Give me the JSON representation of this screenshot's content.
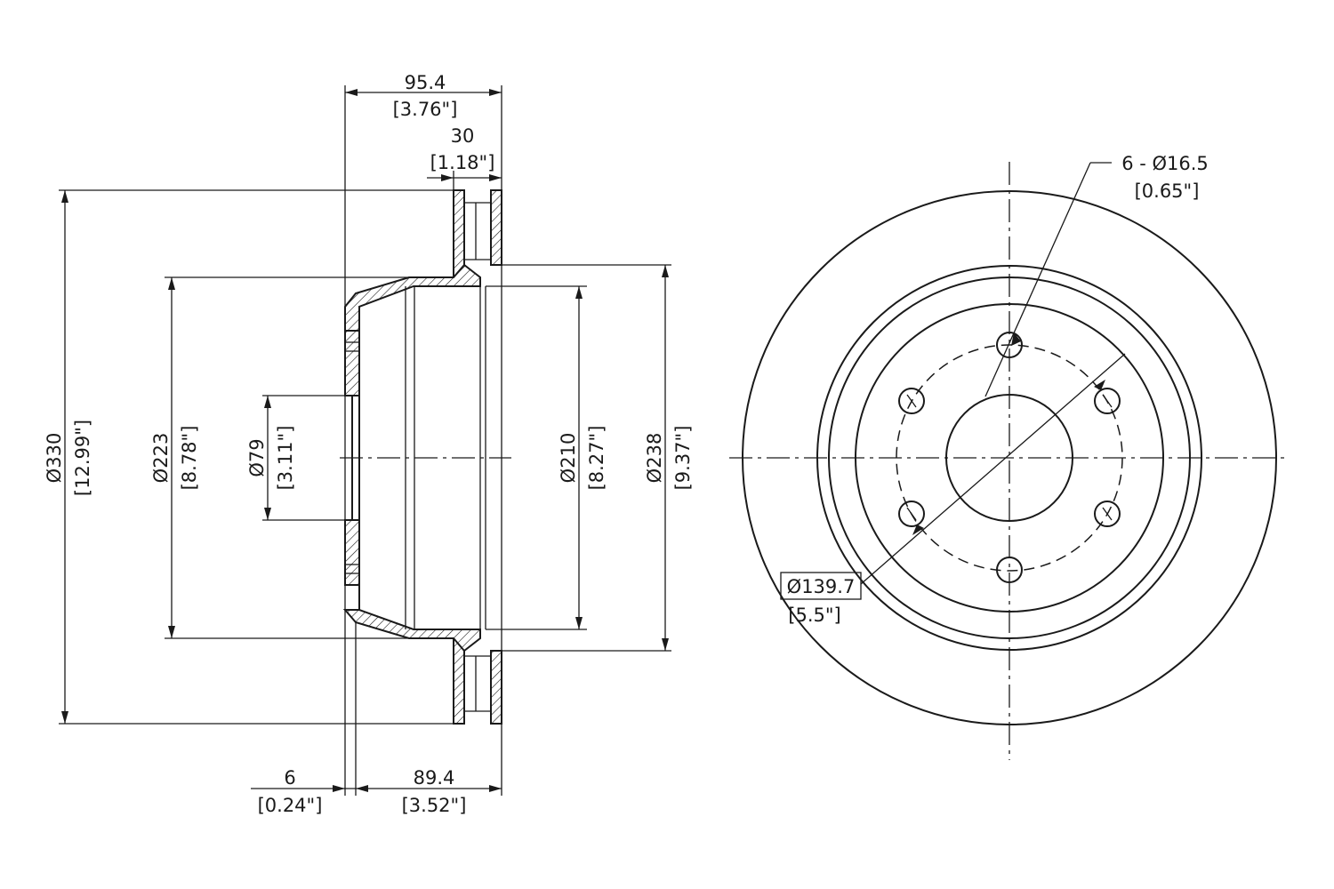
{
  "side_view": {
    "overall_depth": {
      "value": "95.4",
      "inch": "[3.76\"]"
    },
    "rotor_thickness": {
      "value": "30",
      "inch": "[1.18\"]"
    },
    "outer_diameter": {
      "value": "Ø330",
      "inch": "[12.99\"]"
    },
    "hat_diameter": {
      "value": "Ø223",
      "inch": "[8.78\"]"
    },
    "center_bore": {
      "value": "Ø79",
      "inch": "[3.11\"]"
    },
    "inner_diameter": {
      "value": "Ø210",
      "inch": "[8.27\"]"
    },
    "swept_inner_diameter": {
      "value": "Ø238",
      "inch": "[9.37\"]"
    },
    "hat_thickness": {
      "value": "6",
      "inch": "[0.24\"]"
    },
    "hat_height": {
      "value": "89.4",
      "inch": "[3.52\"]"
    }
  },
  "front_view": {
    "bolt_holes": {
      "value": "6 - Ø16.5",
      "inch": "[0.65\"]"
    },
    "bolt_circle": {
      "value": "Ø139.7",
      "inch": "[5.5\"]"
    }
  }
}
